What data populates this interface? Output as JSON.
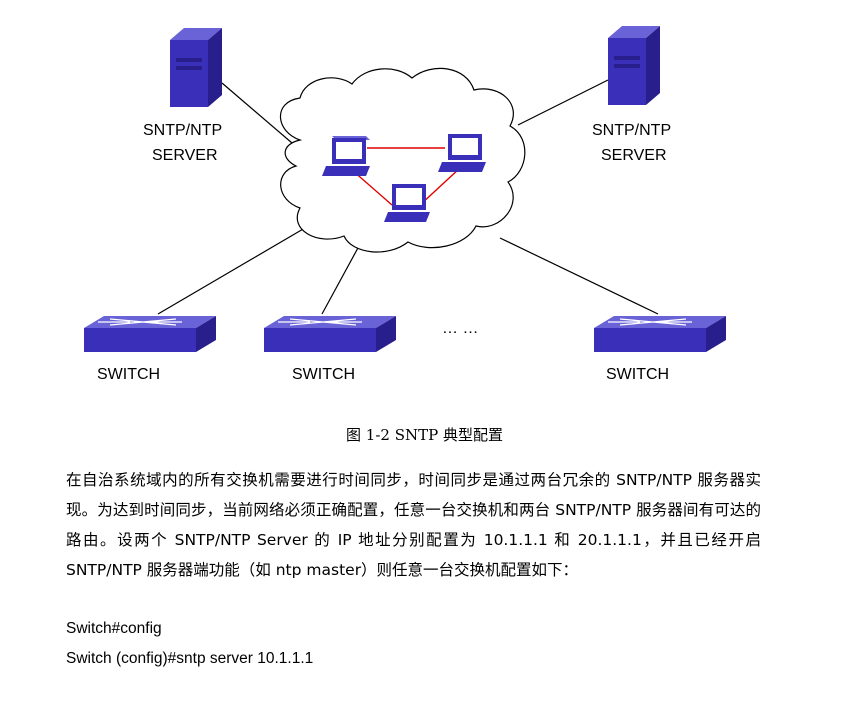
{
  "diagram": {
    "server_left": {
      "line1": "SNTP/NTP",
      "line2": "SERVER"
    },
    "server_right": {
      "line1": "SNTP/NTP",
      "line2": "SERVER"
    },
    "switches": [
      "SWITCH",
      "SWITCH",
      "SWITCH"
    ],
    "ellipsis": "… …",
    "colors": {
      "device_blue": "#3a2fb8",
      "link_red": "#e00000",
      "link_black": "#000000"
    }
  },
  "caption": "图  1-2 SNTP 典型配置",
  "paragraph": "在自治系统域内的所有交换机需要进行时间同步，时间同步是通过两台冗余的 SNTP/NTP 服务器实现。为达到时间同步，当前网络必须正确配置，任意一台交换机和两台 SNTP/NTP 服务器间有可达的路由。设两个 SNTP/NTP Server 的 IP 地址分别配置为 10.1.1.1 和 20.1.1.1，并且已经开启 SNTP/NTP 服务器端功能（如 ntp master）则任意一台交换机配置如下：",
  "commands": [
    "Switch#config",
    "Switch (config)#sntp server 10.1.1.1"
  ]
}
